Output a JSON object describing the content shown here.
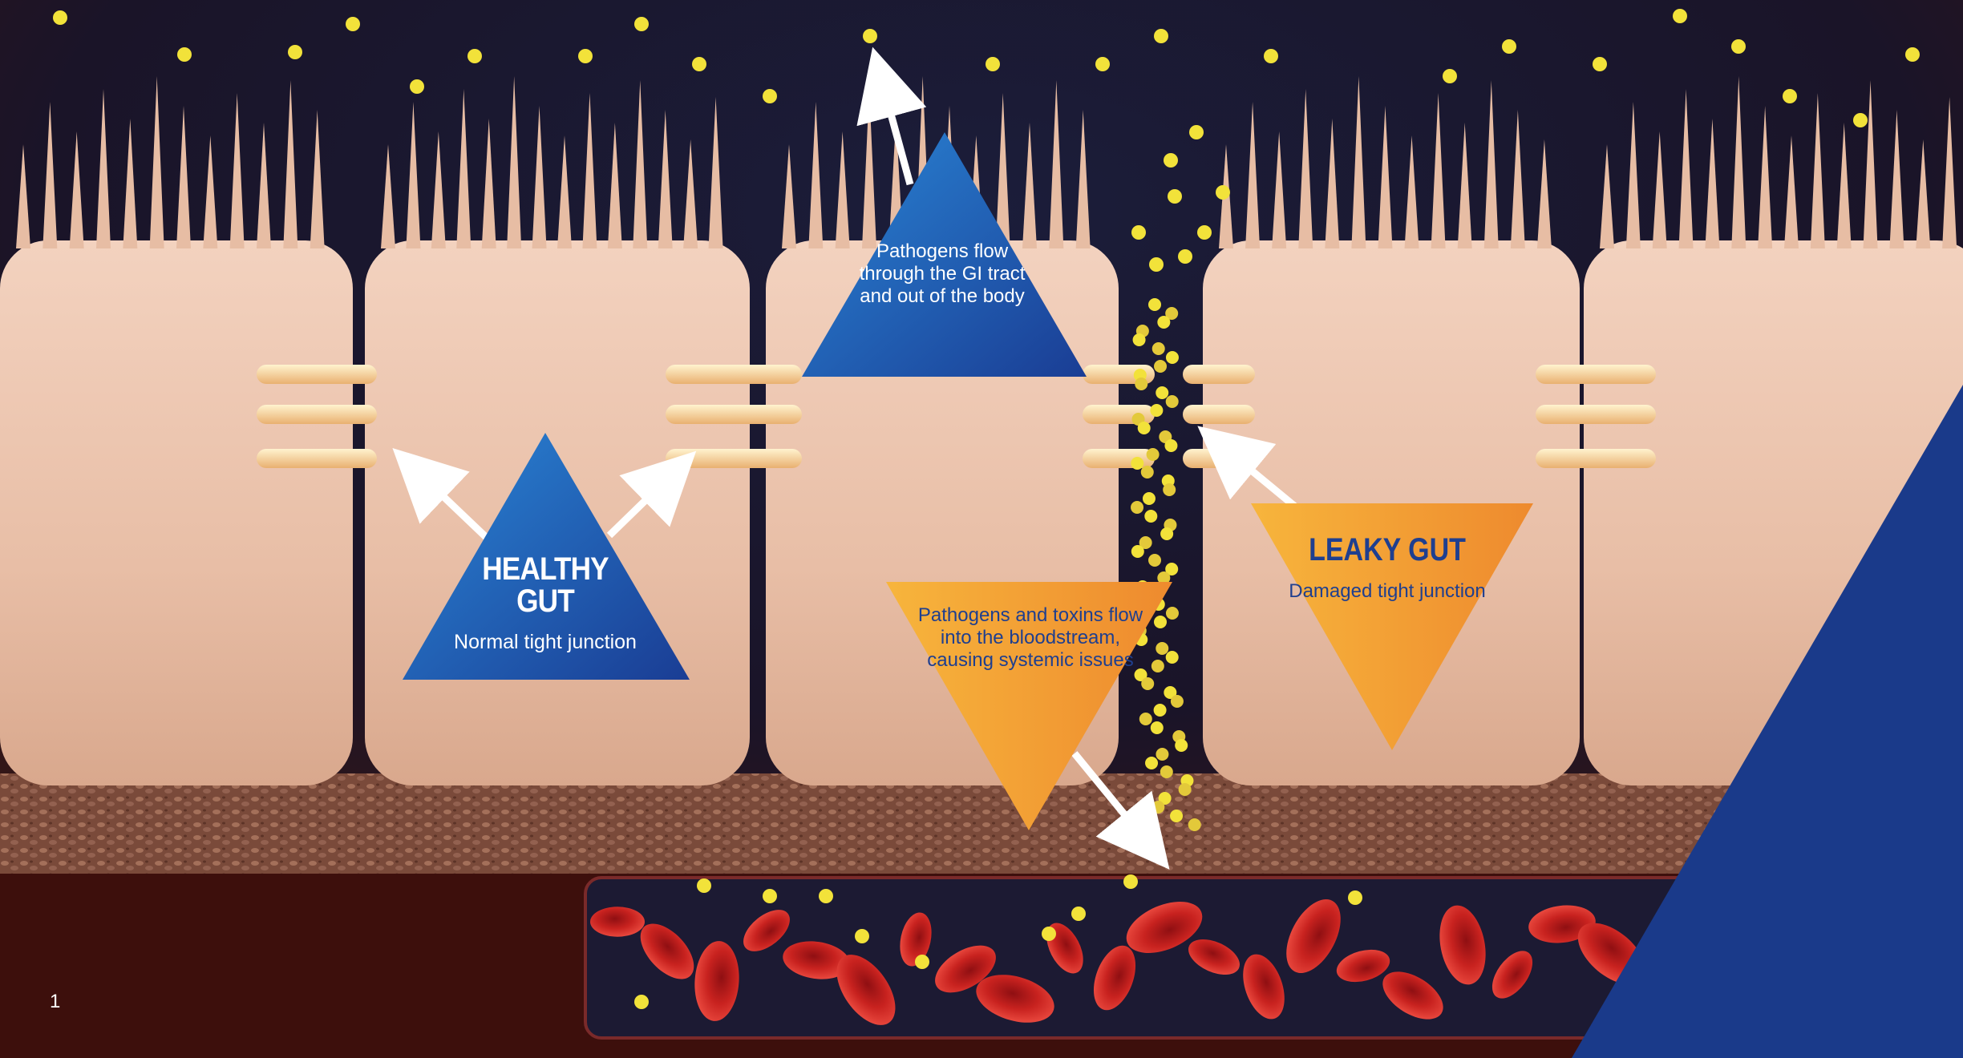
{
  "healthy": {
    "title": "HEALTHY GUT",
    "subtitle": "Normal tight junction"
  },
  "leaky": {
    "title": "LEAKY GUT",
    "subtitle": "Damaged tight junction"
  },
  "annotations": {
    "pathogens_out": "Pathogens flow through the GI tract and out of the body",
    "pathogens_in": "Pathogens and toxins flow into the bloodstream, causing systemic issues"
  },
  "page_number": "1",
  "colors": {
    "blue_triangle": "#1f5fb4",
    "orange_triangle": "#f4a533",
    "title_blue": "#1f3f8f",
    "particle_yellow": "#f2e23a",
    "cell_beige": "#ebc4ad",
    "blood_red": "#c41e1e"
  }
}
